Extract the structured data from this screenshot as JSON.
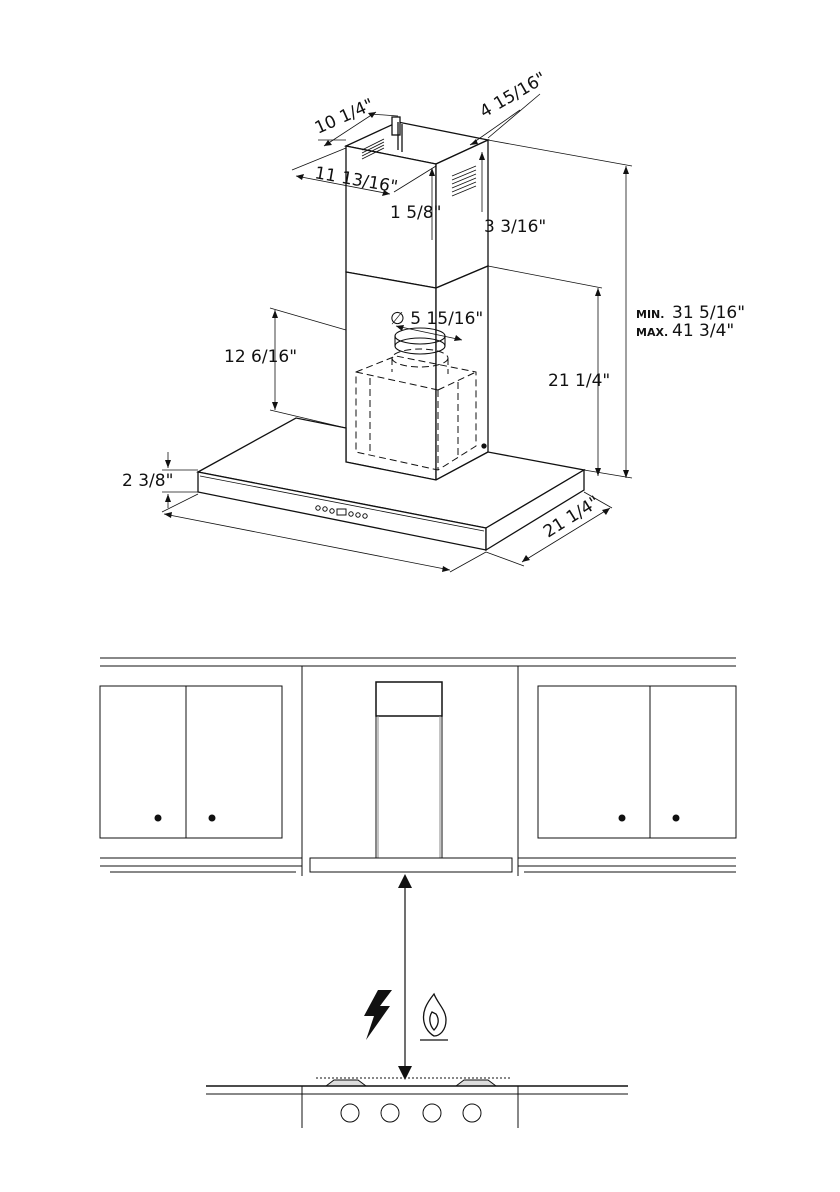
{
  "dimensions": {
    "chimney_depth": "10 1/4\"",
    "chimney_offset": "4 15/16\"",
    "chimney_width": "11 13/16\"",
    "bracket_gap_left": "1 5/8\"",
    "bracket_gap_right": "3 3/16\"",
    "duct_diameter": "∅ 5 15/16\"",
    "motor_height": "12 6/16\"",
    "lower_chimney_height": "21 1/4\"",
    "height_min_label": "MIN.",
    "height_min_value": "31 5/16\"",
    "height_max_label": "MAX.",
    "height_max_value": "41 3/4\"",
    "canopy_thickness": "2 3/8\"",
    "canopy_depth": "21 1/4\""
  },
  "icons": {
    "electric": "lightning-icon",
    "gas": "flame-icon"
  },
  "colors": {
    "line": "#111111",
    "background": "#ffffff"
  }
}
